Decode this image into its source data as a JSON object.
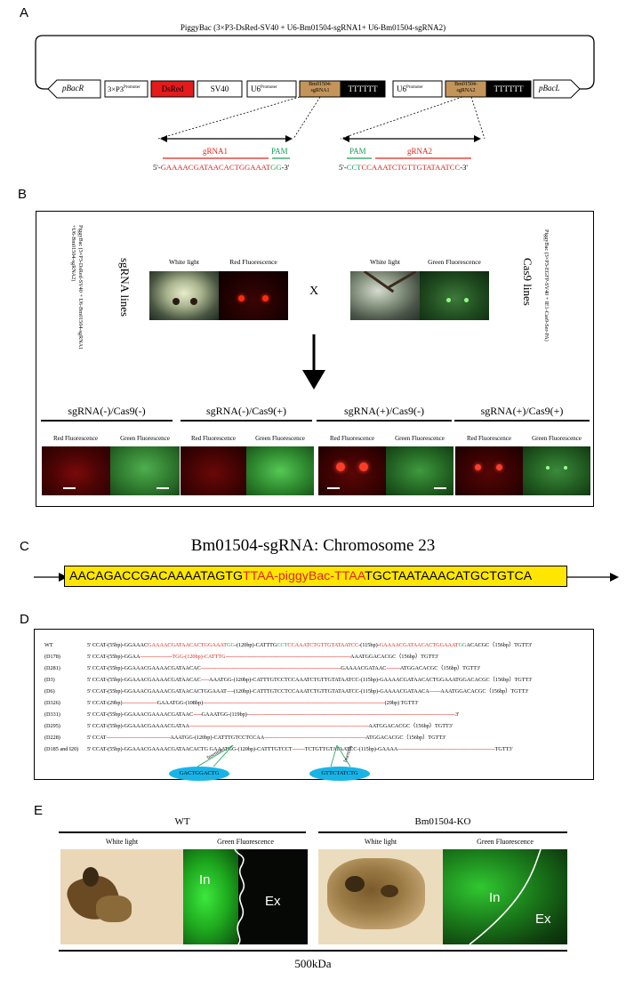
{
  "panelA": {
    "letter": "A",
    "title": "PiggyBac (3×P3-DsRed-SV40 + U6-Bm01504-sgRNA1+ U6-Bm01504-sgRNA2)",
    "elements": {
      "pbacR": "pBacR",
      "p3": "3×P3",
      "p3sup": "Promoter",
      "dsred": "DsRed",
      "sv40": "SV40",
      "u6a": "U6",
      "u6asup": "Promoter",
      "sg1": "Bm01504-sgRNA1",
      "tt1": "TTTTTT",
      "u6b": "U6",
      "u6bsup": "Promoter",
      "sg2": "Bm01504-sgRNA2",
      "tt2": "TTTTTT",
      "pbacL": "pBacL"
    },
    "grna1_label": "gRNA1",
    "pam1_label": "PAM",
    "seq1_prefix": "5'-",
    "seq1_red": "GAAAACGATAACACTGGAAAT",
    "seq1_green": "GG",
    "seq1_suffix": "-3'",
    "grna2_label": "gRNA2",
    "pam2_label": "PAM",
    "seq2_prefix": "5'-",
    "seq2_green": "CCT",
    "seq2_red": "CCAAATCTGTTGTATAATCC",
    "seq2_suffix": "-3'",
    "colors": {
      "dsred": "#e31b1b",
      "sgrna": "#c4955b",
      "terminator": "#000000",
      "red_text": "#e0251b",
      "green_text": "#1aa05a"
    }
  },
  "panelB": {
    "letter": "B",
    "sgrna_lines": "sgRNA lines",
    "sgrna_construct": "PiggyBac (3×P3-DsRed-SV40 + U6-Bm01504-sgRNA1 +U6-Bm01504-sgRNA2)",
    "cas9_lines": "Cas9 lines",
    "cas9_construct": "PiggyBac (3×P3-EGFP-SV40 + IE1-Cas9-Ser-PA)",
    "cross": "X",
    "top_labels": [
      "White light",
      "Red Fluorescence",
      "White light",
      "Green Fluorescence"
    ],
    "groups": [
      {
        "title": "sgRNA(-)/Cas9(-)",
        "left": "Red Fluorescence",
        "right": "Green Fluorescence"
      },
      {
        "title": "sgRNA(-)/Cas9(+)",
        "left": "Red Fluorescence",
        "right": "Green Fluorescence"
      },
      {
        "title": "sgRNA(+)/Cas9(-)",
        "left": "Red Fluorescence",
        "right": "Green Fluorescence"
      },
      {
        "title": "sgRNA(+)/Cas9(+)",
        "left": "Red Fluorescence",
        "right": "Green Fluorescence"
      }
    ]
  },
  "panelC": {
    "letter": "C",
    "title": "Bm01504-sgRNA: Chromosome 23",
    "seq_left": "AACAGACCGACAAAATAGTG",
    "seq_mid": "TTAA-piggyBac-TTAA",
    "seq_right": "TGCTAATAAACATGCTGTCA",
    "box_color": "#ffe600"
  },
  "panelD": {
    "letter": "D",
    "rows": [
      {
        "id": "WT",
        "segs": [
          [
            "k",
            "5' CCAT-(55bp)-GGAAAC"
          ],
          [
            "r",
            "GAAAACGATAACACTGGAAAT"
          ],
          [
            "g",
            "GG"
          ],
          [
            "k",
            "-(120bp)-CATTTG"
          ],
          [
            "g",
            "CCT"
          ],
          [
            "r",
            "CCAAATCTGTTGTATAATCC"
          ],
          [
            "k",
            "-(115bp)-"
          ],
          [
            "r",
            "GAAAACGATAACACTGGAAAT"
          ],
          [
            "g",
            "GG"
          ],
          [
            "k",
            "ACACGC（156bp）TGTT3'"
          ]
        ]
      },
      {
        "id": "(D178)",
        "segs": [
          [
            "k",
            "5' CCAT-(55bp)-GGAA"
          ],
          [
            "d",
            "-----------------------"
          ],
          [
            "r",
            "TGG-(120bp)-CATTTG"
          ],
          [
            "d",
            "------------------------------------------------------------------------------------------"
          ],
          [
            "k",
            "AAATGGACACGC（156bp）TGTT3'"
          ]
        ]
      },
      {
        "id": "(D281)",
        "segs": [
          [
            "k",
            "5' CCAT-(55bp)-GGAAACGAAAACGATAACAC"
          ],
          [
            "d",
            "-----------------------------------------------------------------------------------------------------"
          ],
          [
            "k",
            "GAAAACGATAAC"
          ],
          [
            "d",
            "----------"
          ],
          [
            "k",
            "ATGGACACGC（156bp）TGTT3'"
          ]
        ]
      },
      {
        "id": "(D3)",
        "segs": [
          [
            "k",
            "5' CCAT-(55bp)-GGAAACGAAAACGATAACAC"
          ],
          [
            "d",
            "------"
          ],
          [
            "k",
            "AAATGG-(120bp)-CATTTGTCCTCCAAATCTGTTGTATAATCC-(115bp)-GAAAACGATAACACTGGAAATGGACACGC（156bp）TGTT3'"
          ]
        ]
      },
      {
        "id": "(D6)",
        "segs": [
          [
            "k",
            "5' CCAT-(55bp)-GGAAACGAAAACGATAACACTGGAAAT"
          ],
          [
            "d",
            "-----"
          ],
          [
            "k",
            "(120bp)-CATTTGTCCTCCAAATCTGTTGTATAATCC-(115bp)-GAAAACGATAACA"
          ],
          [
            "d",
            "--------"
          ],
          [
            "k",
            "AAATGGACACGC（156bp）TGTT3'"
          ]
        ]
      },
      {
        "id": "(D326)",
        "segs": [
          [
            "k",
            "5' CCAT-(29bp)"
          ],
          [
            "d",
            "-------------------------"
          ],
          [
            "k",
            "GAAATGG-(108bp)"
          ],
          [
            "d",
            "-----------------------------------------------------------------------------------------------------------------------------------"
          ],
          [
            "k",
            "(29bp) TGTT3'"
          ]
        ]
      },
      {
        "id": "(D331)",
        "segs": [
          [
            "k",
            "5' CCAT-(55bp)-GGAAACGAAAACGATAAC"
          ],
          [
            "d",
            "------"
          ],
          [
            "k",
            "GAAATGG-(119bp)"
          ],
          [
            "d",
            "------------------------------------------------------------------------------------------------------------------------------------------------------"
          ],
          [
            "k",
            "3'"
          ]
        ]
      },
      {
        "id": "(D295)",
        "segs": [
          [
            "k",
            "5' CCAT-(55bp)-GGAAACGAAAACGATAA"
          ],
          [
            "d",
            "---------------------------------------------------------------------------------------------------------------------------------"
          ],
          [
            "k",
            "AATGGACACGC（156bp）TGTT3'"
          ]
        ]
      },
      {
        "id": "(D228)",
        "segs": [
          [
            "k",
            "5' CCAT"
          ],
          [
            "d",
            "----------------------------------------------"
          ],
          [
            "k",
            "AAATGG-(120bp)-CATTTGTCCTCCAA"
          ],
          [
            "d",
            "-------------------------------------------------------------------------"
          ],
          [
            "k",
            "ATGGACACGC（156bp）TGTT3'"
          ]
        ]
      },
      {
        "id": "(D185 and I20)",
        "segs": [
          [
            "k",
            "5' CCAT-(55bp)-GGAAACGAAAACGATAACACTG GAAATGG-(120bp)-CATTTGTCCT"
          ],
          [
            "d",
            "---------"
          ],
          [
            "k",
            "TCTGTTGTATAATCC-(115bp)-GAAAA"
          ],
          [
            "d",
            "----------------------------------------------------------------------"
          ],
          [
            "k",
            "TGTT3'"
          ]
        ]
      }
    ],
    "ins1_label": "Insertion",
    "ins1_seq": "GACTGGACTG",
    "ins2_label": "Insertion",
    "ins2_seq": "GTTCTATCTG"
  },
  "panelE": {
    "letter": "E",
    "wt": "WT",
    "ko": "Bm01504-KO",
    "labels": [
      "White light",
      "Green Fluorescence",
      "White light",
      "Green Fluorescence"
    ],
    "in_label": "In",
    "ex_label": "Ex",
    "bottom": "500kDa"
  }
}
